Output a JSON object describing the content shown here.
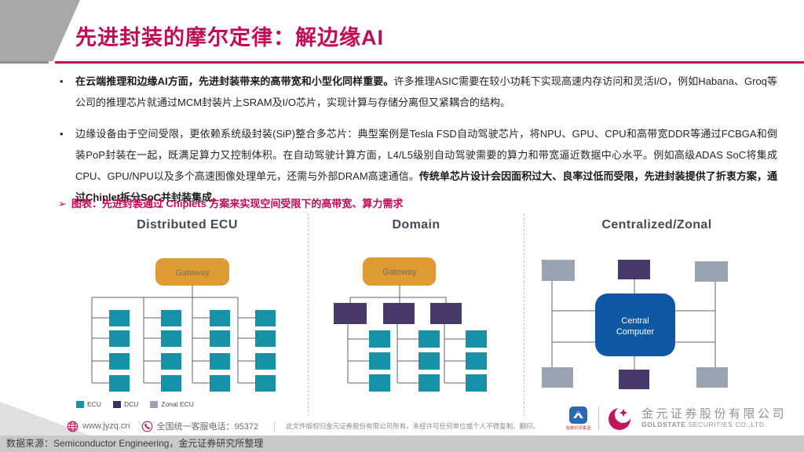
{
  "slide": {
    "title": "先进封装的摩尔定律：解边缘AI",
    "bullets": [
      {
        "bold_lead": "在云端推理和边缘AI方面，先进封装带来的高带宽和小型化同样重要。",
        "rest": "许多推理ASIC需要在较小功耗下实现高速内存访问和灵活I/O，例如Habana、Groq等公司的推理芯片就通过MCM封装片上SRAM及I/O芯片，实现计算与存储分离但又紧耦合的结构。"
      },
      {
        "lead": "边缘设备由于空间受限，更依赖系统级封装(SiP)整合多芯片：典型案例是Tesla FSD自动驾驶芯片，将NPU、GPU、CPU和高带宽DDR等通过FCBGA和倒装PoP封装在一起，既满足算力又控制体积。在自动驾驶计算方面，L4/L5级别自动驾驶需要的算力和带宽逼近数据中心水平。例如高级ADAS SoC将集成CPU、GPU/NPU以及多个高速图像处理单元，还需与外部DRAM高速通信。",
        "bold_tail": "传统单芯片设计会因面积过大、良率过低而受限，先进封装提供了折衷方案，通过Chiplet拆分SoC并封装集成。"
      }
    ],
    "figure_caption": {
      "marker": "➢",
      "text": "图表：先进封装通过 Chiplets 方案来实现空间受限下的高带宽、算力需求"
    }
  },
  "diagram": {
    "panels": [
      {
        "title": "Distributed ECU",
        "gateway_label": "Gateway"
      },
      {
        "title": "Domain",
        "gateway_label": "Gateway"
      },
      {
        "title": "Centralized/Zonal",
        "central_line1": "Central",
        "central_line2": "Computer"
      }
    ],
    "legend": [
      {
        "label": "ECU",
        "color": "#1791a5"
      },
      {
        "label": "DCU",
        "color": "#3a3064"
      },
      {
        "label": "Zonal ECU",
        "color": "#9aa3b2"
      }
    ],
    "colors": {
      "ecu_teal": "#1791a5",
      "dcu_purple": "#483a68",
      "zonal_gray": "#9aa3b2",
      "gateway_orange": "#de9a33",
      "central_blue": "#0e57a3",
      "connector": "#5c636b"
    }
  },
  "footer": {
    "website": "www.jyzq.cn",
    "hotline": "全国统一客服电话：95372",
    "copyright": "此文件版权归金元证券股份有限公司所有，未经许可任何单位或个人不得复制、翻印。",
    "airport_logo_text": "首都机场集团",
    "company_cn": "金元证券股份有限公司",
    "company_en_bold": "GOLDSTATE",
    "company_en_rest": " SECURITIES  CO.,LTD."
  },
  "bottom_bar": {
    "text": "数据来源：Semiconductor Engineering，金元证券研究所整理"
  },
  "theme": {
    "accent_crimson": "#c20b57",
    "header_gray": "#a9a9a9",
    "bottom_bar_gray": "#c9c9c9"
  }
}
